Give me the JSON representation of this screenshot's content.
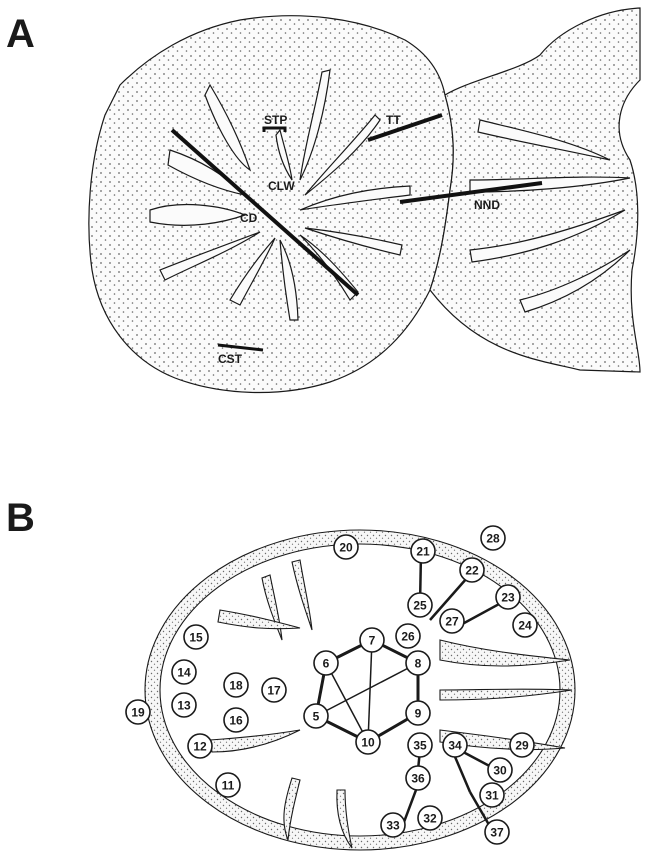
{
  "panel_a": {
    "letter": "A",
    "labels": {
      "stp": "STP",
      "tt": "TT",
      "clw": "CLW",
      "cd": "CD",
      "nnd": "NND",
      "cst": "CST"
    }
  },
  "panel_b": {
    "letter": "B",
    "node_labels": [
      "5",
      "6",
      "7",
      "8",
      "9",
      "10",
      "11",
      "12",
      "13",
      "14",
      "15",
      "16",
      "17",
      "18",
      "19",
      "20",
      "21",
      "22",
      "23",
      "24",
      "25",
      "26",
      "27",
      "28",
      "29",
      "30",
      "31",
      "32",
      "33",
      "34",
      "35",
      "36",
      "37"
    ]
  },
  "colors": {
    "ink": "#1a1a1a",
    "fill": "#fbfbfb",
    "stipple": "#6a6a6a"
  }
}
